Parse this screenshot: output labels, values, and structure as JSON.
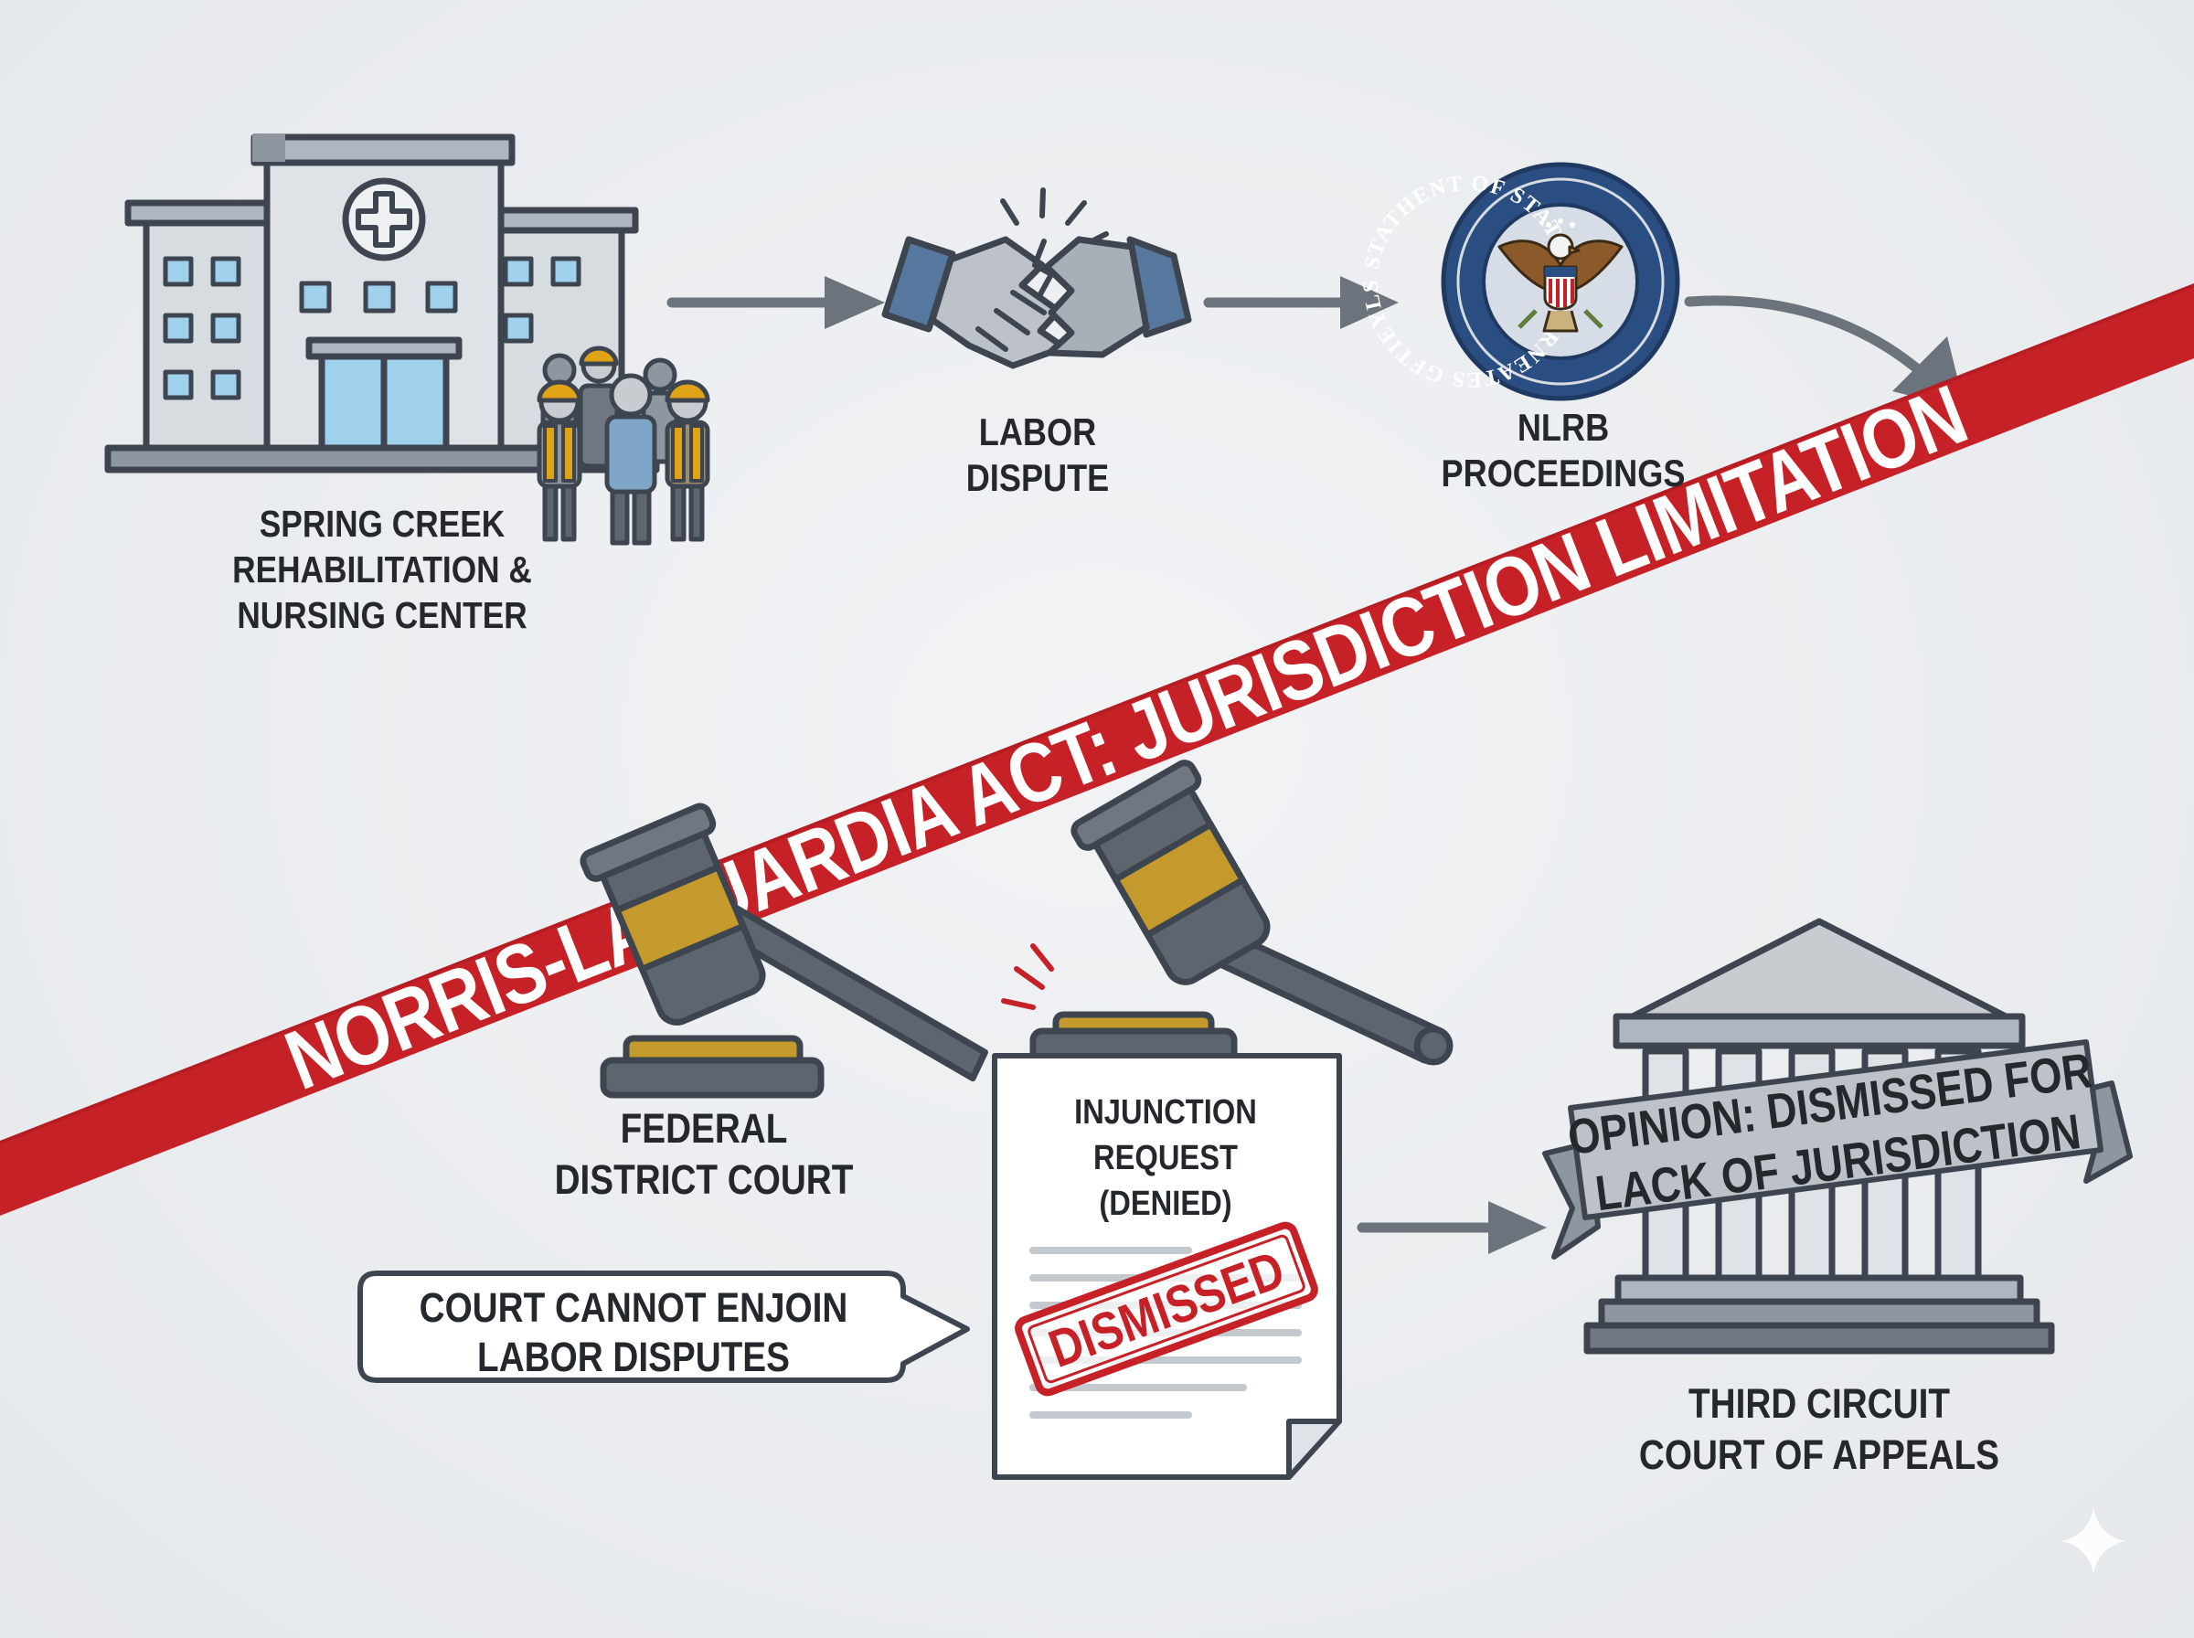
{
  "diagram": {
    "banner_text": "NORRIS-LAGUARDIA ACT: JURISDICTION LIMITATION",
    "nodes": {
      "facility": {
        "lines": [
          "SPRING CREEK",
          "REHABILITATION &",
          "NURSING CENTER"
        ]
      },
      "dispute": {
        "lines": [
          "LABOR",
          "DISPUTE"
        ]
      },
      "nlrb": {
        "lines": [
          "NLRB",
          "PROCEEDINGS"
        ],
        "seal_ring_text": "STATHENT OF STATE COVERNEATES GFTIEYLS"
      },
      "district_court": {
        "lines": [
          "FEDERAL",
          "DISTRICT COURT"
        ]
      },
      "injunction": {
        "lines": [
          "INJUNCTION",
          "REQUEST",
          "(DENIED)"
        ],
        "stamp": "DISMISSED"
      },
      "speech_bubble": {
        "lines": [
          "COURT CANNOT ENJOIN",
          "LABOR DISPUTES"
        ]
      },
      "appeals_court": {
        "lines": [
          "THIRD CIRCUIT",
          "COURT OF APPEALS"
        ],
        "ribbon_lines": [
          "OPINION: DISMISSED FOR",
          "LACK OF JURISDICTION"
        ]
      }
    },
    "colors": {
      "banner": "#c62127",
      "stroke": "#3d4650",
      "arrow": "#6b747d",
      "glass": "#9fd0ec",
      "vest": "#e2a417",
      "gavel_band": "#c59a2c",
      "stamp": "#c62127",
      "handshake": "#57789e",
      "seal_outer": "#2b4e82"
    }
  }
}
